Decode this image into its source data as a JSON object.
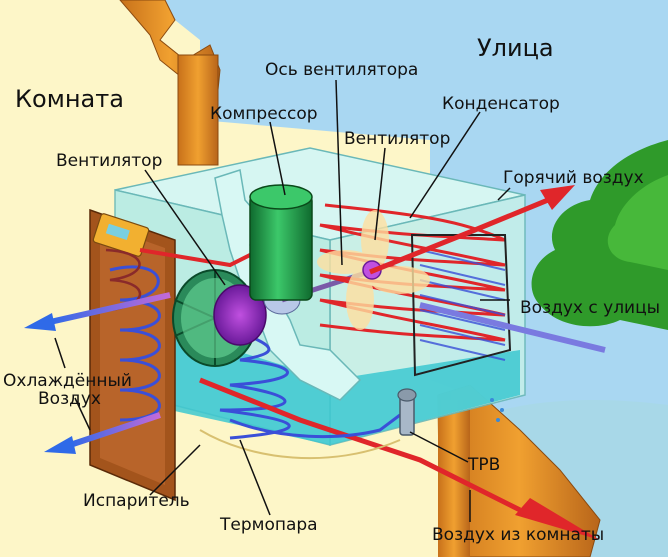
{
  "labels": {
    "room": "Комната",
    "street": "Улица",
    "fan_axis": "Ось вентилятора",
    "compressor": "Компрессор",
    "condenser": "Конденсатор",
    "fan_outdoor": "Вентилятор",
    "fan_indoor": "Вентилятор",
    "hot_air": "Горячий воздух",
    "outside_air": "Воздух с улицы",
    "cooled_air_line1": "Охлаждённый",
    "cooled_air_line2": "Воздух",
    "evaporator": "Испаритель",
    "thermocouple": "Термопара",
    "trv": "ТРВ",
    "room_air": "Воздух из комнаты"
  },
  "colors": {
    "sky": "#a9d7f2",
    "room_bg": "#fdf6c8",
    "wall": "#e08a1e",
    "unit_glass": "#bdf0ec",
    "water": "#3cc8d0",
    "compressor": "#1e9a48",
    "hot_pipe": "#e0262a",
    "cold_pipe": "#3a4fd8",
    "air_in": "#7a7ae0",
    "tree": "#2f9a2a"
  }
}
